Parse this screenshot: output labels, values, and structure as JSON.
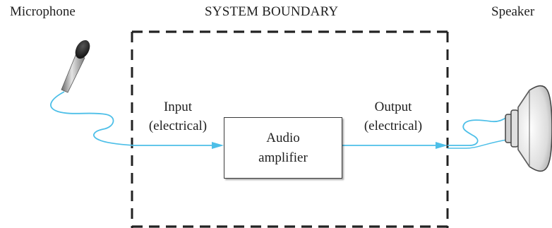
{
  "labels": {
    "microphone": "Microphone",
    "boundary": "SYSTEM BOUNDARY",
    "speaker": "Speaker",
    "input_line1": "Input",
    "input_line2": "(electrical)",
    "output_line1": "Output",
    "output_line2": "(electrical)",
    "amplifier_line1": "Audio",
    "amplifier_line2": "amplifier"
  },
  "colors": {
    "signal_wire": "#4dbfe8",
    "boundary_dash": "#222222",
    "box_border": "#3a3a3a",
    "text": "#1f1f1f"
  },
  "icons": [
    "microphone-icon",
    "speaker-icon",
    "arrow-right-icon"
  ]
}
